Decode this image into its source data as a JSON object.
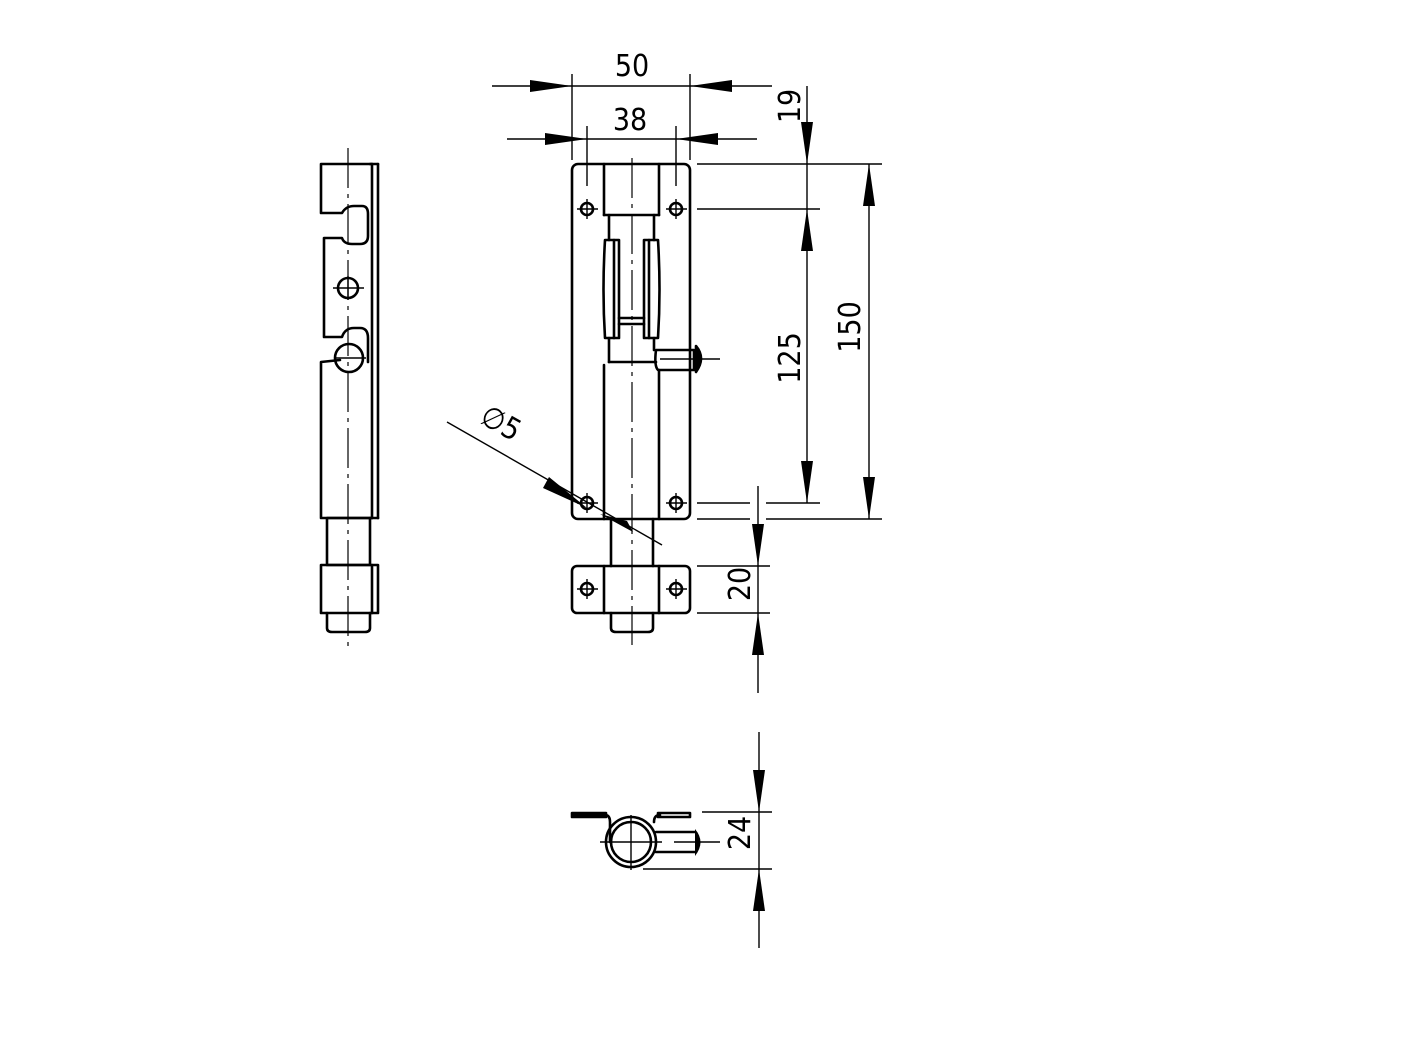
{
  "drawing": {
    "title": "Door bolt technical drawing",
    "views": [
      "side-view",
      "front-view",
      "top-section-view"
    ],
    "dimensions": {
      "overall_width": "50",
      "hole_spacing_width": "38",
      "top_offset": "19",
      "hole_spacing_length": "125",
      "overall_length": "150",
      "hole_diameter": "∅5",
      "keeper_height": "20",
      "depth": "24"
    },
    "colors": {
      "line": "#000000",
      "background": "#ffffff"
    }
  }
}
